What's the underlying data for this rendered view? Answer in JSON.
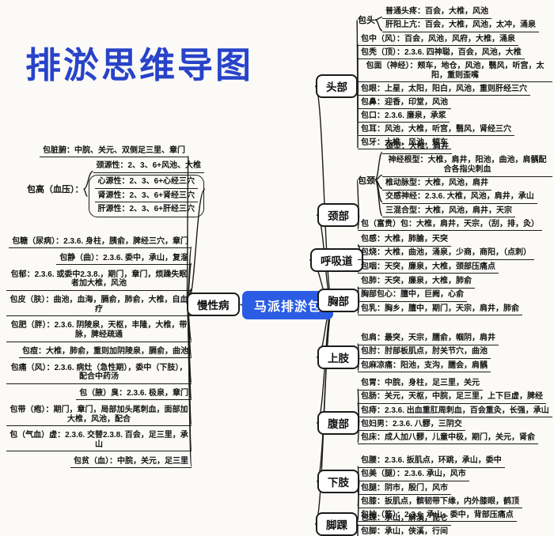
{
  "title": "排淤思维导图",
  "center_label": "马派排淤包",
  "colors": {
    "title": "#2843c9",
    "center_bg": "#2a5ce4",
    "center_text": "#ffffff",
    "line": "#1c1c1c",
    "background": "#fbfaf7"
  },
  "left": {
    "branch_label": "慢性病",
    "top_lines": [
      "包脏腑：中脘、关元、双侧足三里、章门"
    ],
    "gao_label": "包高（血压）：",
    "gao_top_lines": [
      "颈源性：2、3、6+风池、大椎"
    ],
    "gao_box_lines": [
      "心源性：2、3、6+心经三穴",
      "肾源性：2、3、6+肾经三穴",
      "肝源性：2、3、6+肝经三穴"
    ],
    "lines": [
      "包糖（尿病）：2.3.6. 身柱，胰俞，脾经三穴，章门",
      "包静（曲）：2.3.6. 委中，承山，复溜",
      "包郁：2.3.6. 或委中2.3.8.，期门，章门，烦躁失眠者加大椎，风池",
      "包皮（肤）：曲池，血海，膈俞，肺俞，大椎，自血疗",
      "包肥（胖）：2.3.6. 阴陵泉，天枢，丰隆，大椎，带脉，脾经疏通",
      "包痘：大椎，肺俞，重则加阴陵泉，膈俞，曲池",
      "包痛（风）：2.3.6. 病灶（急性期），委中（下肢），配合中药汤",
      "包（腋）臭：2.3.6. 极泉，章门",
      "包带（疱）：期门，章门，局部加头尾刺血，面部加大椎，风池，配合",
      "包（气血）虚：2.3.6. 交替2.3.8. 百会，足三里，承山",
      "包贫（血）：中脘，关元，足三里"
    ]
  },
  "right": {
    "head": {
      "label": "头部",
      "sub_label": "包头",
      "sub_lines": [
        "普通头疼：百会，大椎，风池",
        "肝阳上亢：百会，大椎，风池，太冲，涌泉"
      ],
      "lines": [
        "包中（风）：百会，风池，风府，大椎，涌泉",
        "包秃（顶）：2.3.6. 四神聪，百会，风池，大椎",
        "包面（神经）：颊车，地仓，风池，翳风，听宫，太阳，重则歪嘴",
        "包眼：上星，太阳，阳白，风池，重则肝经三穴",
        "包鼻：迎香，印堂，风池",
        "包口：2.3.6. 廉泉，承浆",
        "包耳：风池，大椎，听宫，翳风，肾经三穴",
        "包牙：大椎，风池，颊车"
      ]
    },
    "neck": {
      "label": "颈部",
      "sub_label": "包颈",
      "sub_lines": [
        "颈型：大椎，肩井",
        "神经根型：大椎，肩井，阳池，曲池，肩髃配合各指尖刺血",
        "椎动脉型：大椎，风池，肩井",
        "交感神经：2.3.6. 大椎，风池，肩井，承山",
        "三混合型：大椎，风池，肩井，天宗"
      ],
      "lines": [
        "包（富贵）包：大椎，肩井，天宗，（刮，排，灸）"
      ]
    },
    "resp": {
      "label": "呼吸道",
      "lines": [
        "包感：大椎，肺腧，天突",
        "包烧：大椎，曲池，涌泉，少商，商阳，（点刺）",
        "包咽：天突，廉泉，大椎，颈部压痛点"
      ]
    },
    "chest": {
      "label": "胸部",
      "lines": [
        "包肺：天突，廉泉，大椎，肺俞",
        "胸部包心：膻中，巨阙，心俞",
        "包乳：胸乡，膻中，期门，天宗，肩井，肺俞"
      ]
    },
    "arm": {
      "label": "上肢",
      "lines": [
        "包肩：最突，天宗，臑俞，帼阴，肩井",
        "包肘：肘部板肌点，肘关节穴，曲池",
        "包麻凉痛：阳池，支沟，臑会，肩髃"
      ]
    },
    "abd": {
      "label": "腹部",
      "lines": [
        "包胃：中脘，身柱，足三里，关元",
        "包肠：关元，天枢，中脘，足三里，上下巨虚，脾经",
        "包痔：2.3.6. 出血重肛周刺血，百会重灸，长强，承山",
        "包妇男：2.3.6. 八髎，三阴交",
        "包床：成人加八髎，儿童中极，期门，关元，肾俞"
      ]
    },
    "leg": {
      "label": "下肢",
      "lines": [
        "包腰：2.3.6. 扳肌点，环跳，承山，委中",
        "包美（腿）：2.3.6. 承山，风市",
        "包腿：阴市，殷门，风市",
        "包膝：扳肌点，髌韧带下缘，内外膝眼，鹤顶",
        "包抽（筋）：2.3.6. 承山，委中，背部压痛点"
      ]
    },
    "ankle": {
      "label": "脚踝",
      "lines": [
        "包踝：承山，解溪，昆仑",
        "包脚：承山，侠溪，行间"
      ]
    }
  }
}
